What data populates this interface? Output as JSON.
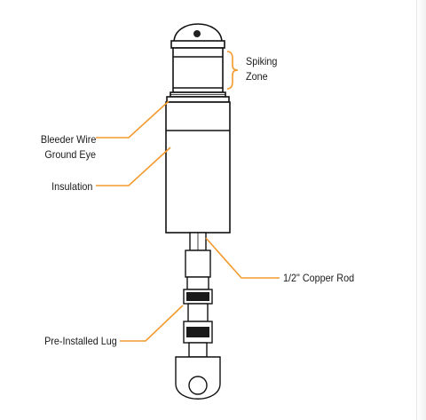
{
  "labels": {
    "spiking_zone_line1": "Spiking",
    "spiking_zone_line2": "Zone",
    "bleeder_wire_line1": "Bleeder Wire",
    "bleeder_wire_line2": "Ground Eye",
    "insulation": "Insulation",
    "copper_rod": "1/2\" Copper Rod",
    "lug": "Pre-Installed Lug"
  },
  "colors": {
    "leader": "#f39a2d",
    "outline": "#111111",
    "text": "#1a1a1a"
  }
}
